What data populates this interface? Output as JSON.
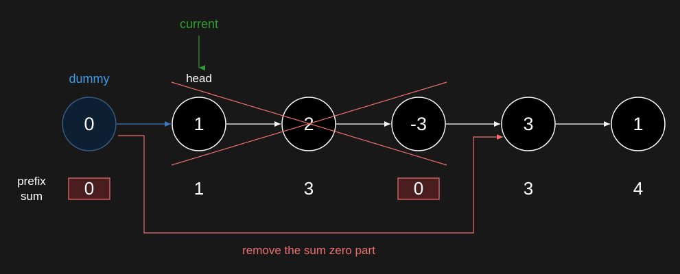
{
  "labels": {
    "current": "current",
    "dummy": "dummy",
    "head": "head",
    "prefix_line1": "prefix",
    "prefix_line2": "sum",
    "remove_note": "remove the sum zero part"
  },
  "nodes": [
    {
      "value": "0",
      "role": "dummy"
    },
    {
      "value": "1",
      "role": "head"
    },
    {
      "value": "2",
      "role": "removed"
    },
    {
      "value": "-3",
      "role": "removed"
    },
    {
      "value": "3",
      "role": "normal"
    },
    {
      "value": "1",
      "role": "normal"
    }
  ],
  "prefix_sums": [
    {
      "value": "0",
      "highlight": true
    },
    {
      "value": "1",
      "highlight": false
    },
    {
      "value": "3",
      "highlight": false
    },
    {
      "value": "0",
      "highlight": true
    },
    {
      "value": "3",
      "highlight": false
    },
    {
      "value": "4",
      "highlight": false
    }
  ],
  "colors": {
    "background": "#181818",
    "current": "#2e9e2e",
    "dummy": "#3d9ae8",
    "dummy_fill": "#0d1f33",
    "dummy_stroke": "#3a5c80",
    "remove": "#f07070",
    "highlight_fill": "#4a1e1e"
  }
}
